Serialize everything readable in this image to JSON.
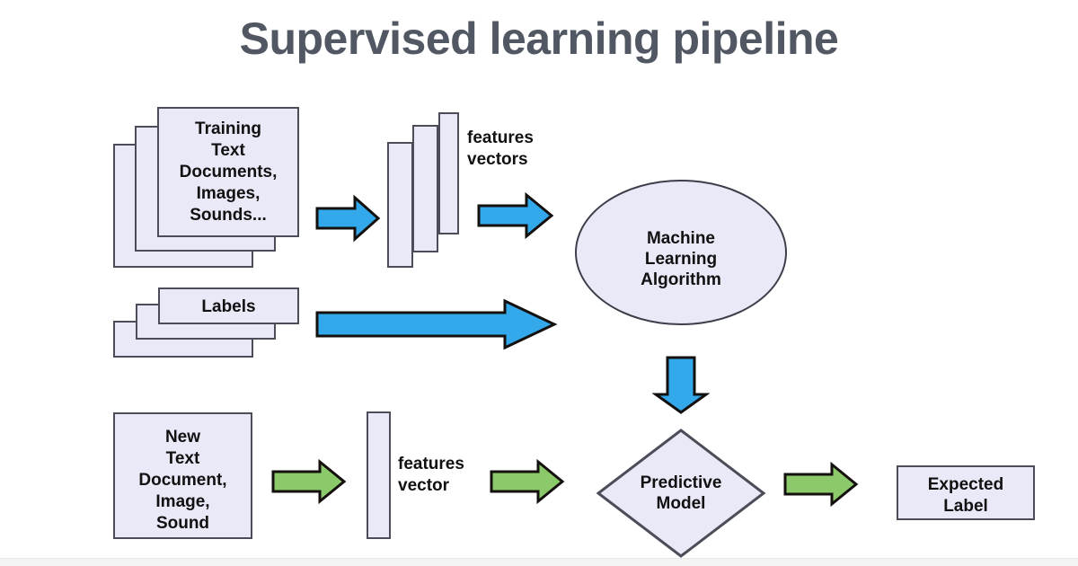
{
  "title": "Supervised learning pipeline",
  "colors": {
    "title": "#515763",
    "shape_fill": "#eae9f8",
    "shape_stroke": "#4b4d58",
    "blue_arrow": "#33a9ec",
    "green_arrow": "#8cc96b",
    "arrow_stroke": "#14100d",
    "background": "#ffffff",
    "bottom_strip": "#f4f4f4"
  },
  "nodes": {
    "training_documents": {
      "label": "Training\nText\nDocuments,\nImages,\nSounds...",
      "shape": "stacked-cards",
      "stack_count": 3
    },
    "features_vectors_stack": {
      "label": "features\nvectors",
      "shape": "stacked-bars",
      "stack_count": 3
    },
    "ml_algorithm": {
      "label": "Machine\nLearning\nAlgorithm",
      "shape": "ellipse"
    },
    "labels": {
      "label": "Labels",
      "shape": "stacked-cards",
      "stack_count": 3
    },
    "new_document": {
      "label": "New\nText\nDocument,\nImage,\nSound",
      "shape": "rectangle"
    },
    "features_vector_single": {
      "label": "features\nvector",
      "shape": "bar"
    },
    "predictive_model": {
      "label": "Predictive\nModel",
      "shape": "diamond"
    },
    "expected_label": {
      "label": "Expected\nLabel",
      "shape": "rectangle"
    }
  },
  "arrows": {
    "docs_to_features": {
      "direction": "right",
      "color": "blue"
    },
    "features_to_algorithm": {
      "direction": "right",
      "color": "blue"
    },
    "labels_to_algorithm": {
      "direction": "right",
      "color": "blue"
    },
    "algorithm_to_model": {
      "direction": "down",
      "color": "blue"
    },
    "newdoc_to_vector": {
      "direction": "right",
      "color": "green"
    },
    "vector_to_model": {
      "direction": "right",
      "color": "green"
    },
    "model_to_label": {
      "direction": "right",
      "color": "green"
    }
  }
}
